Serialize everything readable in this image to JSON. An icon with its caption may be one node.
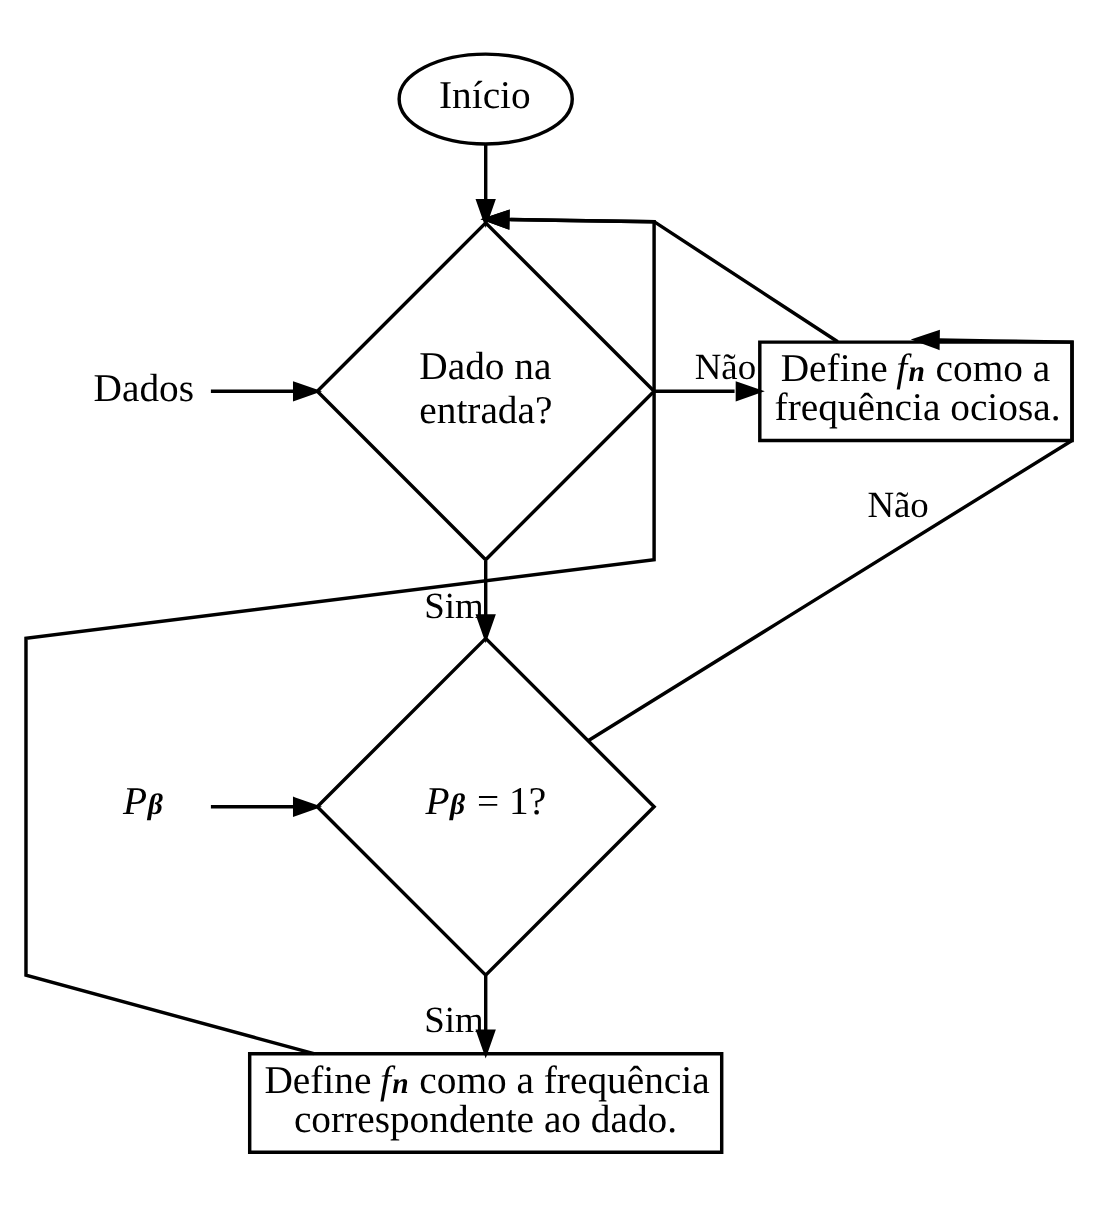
{
  "diagram": {
    "nodes": [
      {
        "text": [
          "Início"
        ]
      },
      {
        "text": [
          "Dados"
        ]
      },
      {
        "text": [
          "Dado na entrada?"
        ]
      },
      {
        "text": [
          "Define *f*$_{n}$ como a frequência ociosa."
        ]
      },
      {
        "text": [
          "*P*$_{β}$"
        ]
      },
      {
        "text": [
          "*P*$_{β}$ = 1?"
        ]
      },
      {
        "text": [
          "Define *f*$_{n}$ como a frequência correspondente ao dado."
        ]
      }
    ],
    "edges": [
      {
        "from": 0,
        "to": 2,
        "arrow": "to"
      },
      {
        "from": 1,
        "to": 2,
        "arrow": "to"
      },
      {
        "from": 2,
        "to": 3,
        "arrow": "to",
        "label": "Não"
      },
      {
        "from": 2,
        "to": 5,
        "arrow": "to",
        "label": "Sim"
      },
      {
        "from": 3,
        "to": 2,
        "arrow": "to"
      },
      {
        "from": 4,
        "to": 5,
        "arrow": "to"
      },
      {
        "from": 5,
        "to": 3,
        "arrow": "to",
        "label": "Não"
      },
      {
        "from": 5,
        "to": 6,
        "arrow": "to",
        "label": "Sim"
      },
      {
        "from": 6,
        "to": 2,
        "arrow": "to"
      }
    ]
  }
}
